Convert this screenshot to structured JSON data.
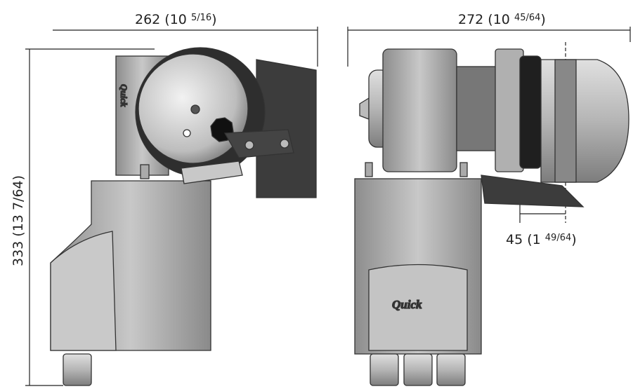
{
  "dimensions": {
    "left_width": {
      "mm": "262",
      "in_whole": "10",
      "in_frac": "5/16"
    },
    "right_width": {
      "mm": "272",
      "in_whole": "10",
      "in_frac": "45/64"
    },
    "height": {
      "mm": "333",
      "in_whole": "13",
      "in_frac": "7/64"
    },
    "offset": {
      "mm": "45",
      "in_whole": "1",
      "in_frac": "49/64"
    }
  },
  "brand": {
    "logo_text": "Quick"
  },
  "colors": {
    "body": "#a9a9a9",
    "dark": "#3a3a3a",
    "line": "#222222"
  }
}
